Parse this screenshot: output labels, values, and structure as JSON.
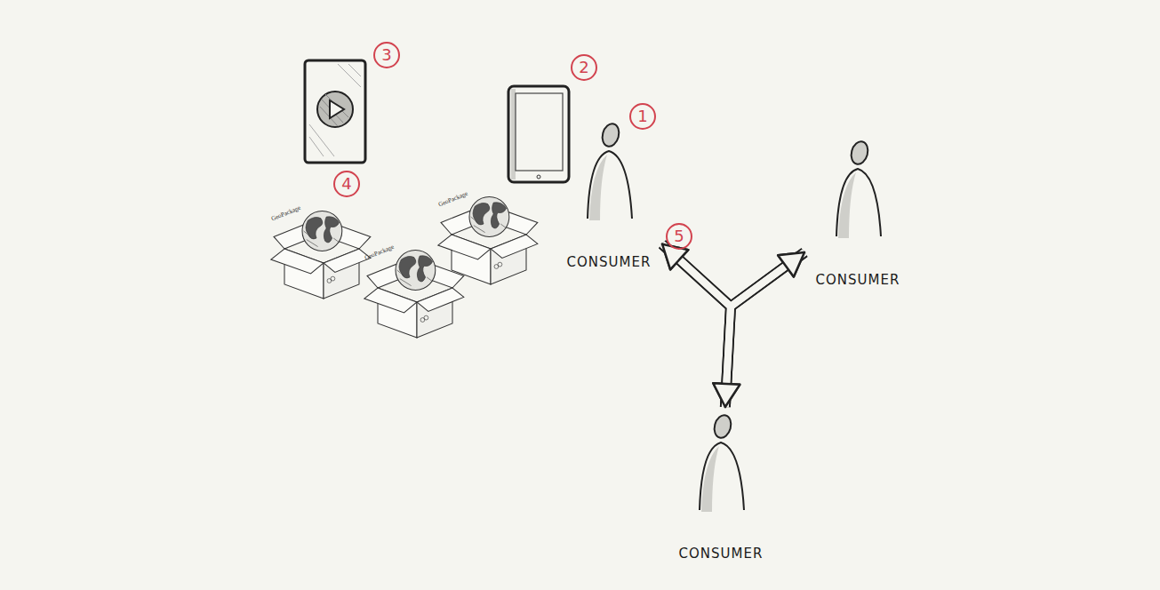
{
  "diagram": {
    "nodes": [
      {
        "text": [
          "CONSUMER"
        ]
      },
      {
        "text": [
          "CONSUMER"
        ]
      },
      {
        "text": [
          "CONSUMER"
        ]
      }
    ],
    "edges": [
      {
        "from": 0,
        "to": 1,
        "arrow": "both"
      },
      {
        "from": 0,
        "to": 2,
        "arrow": "both"
      },
      {
        "from": 1,
        "to": 2,
        "arrow": "both"
      }
    ],
    "labels": [
      "3",
      "2",
      "1",
      "4",
      "5",
      "GeoPackage",
      "GeoPackage",
      "GeoPackage"
    ]
  }
}
